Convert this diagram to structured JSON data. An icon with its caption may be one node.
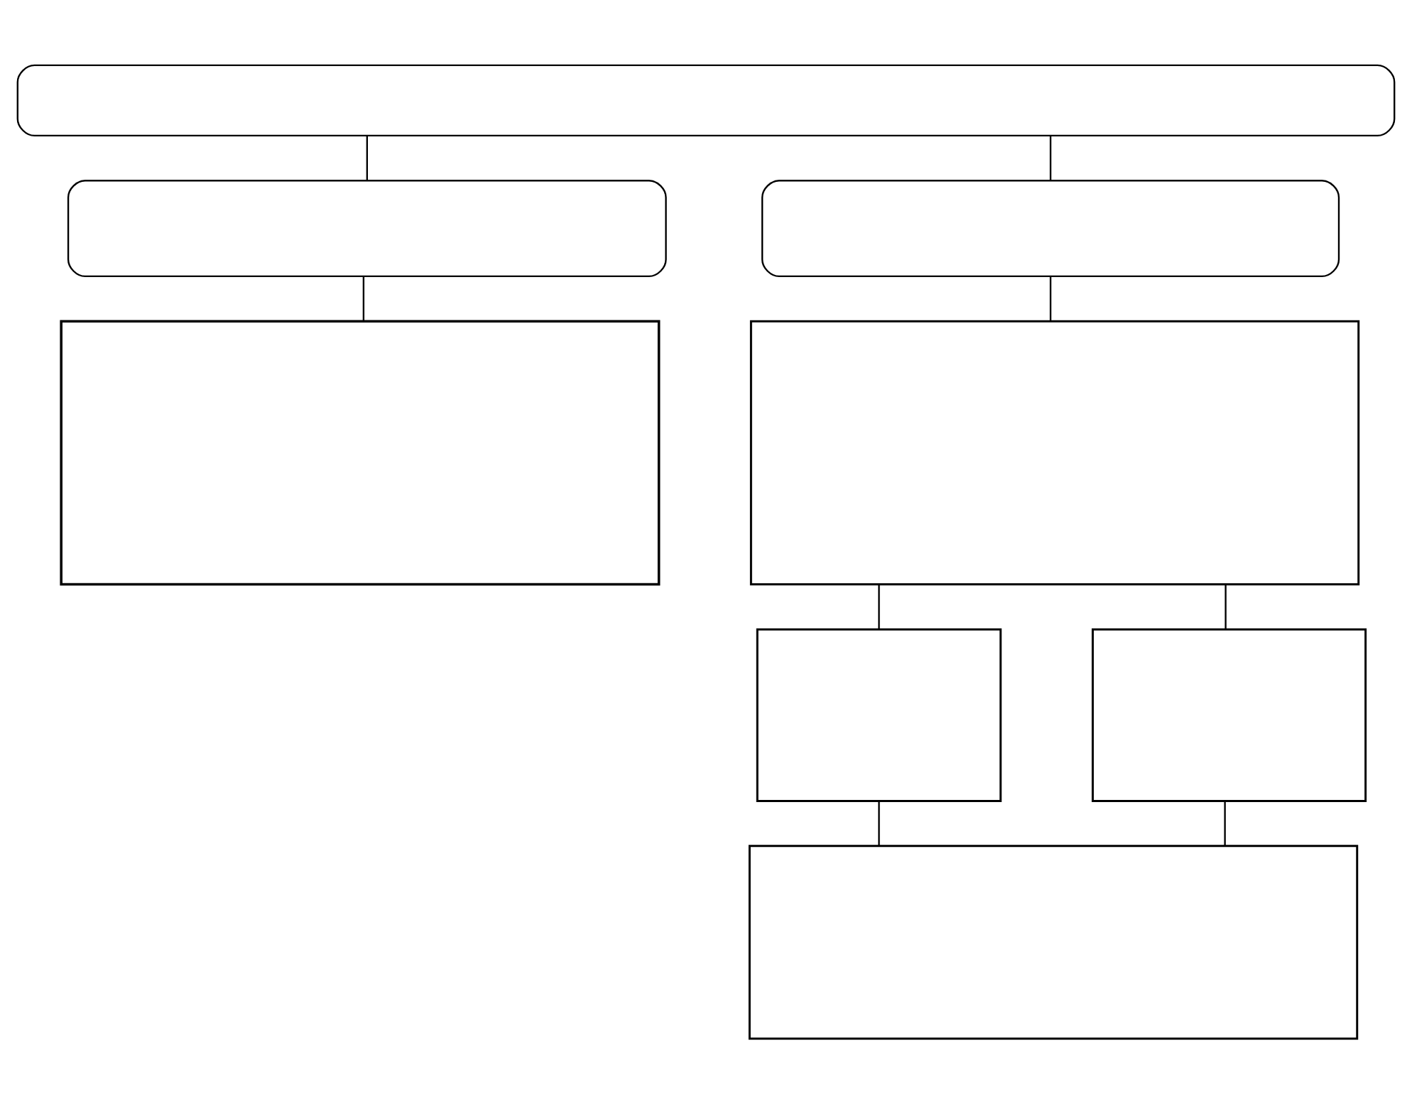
{
  "diagram": {
    "nodes": [
      {
        "text": [],
        "shape": "box"
      },
      {
        "text": [],
        "shape": "box"
      },
      {
        "text": [],
        "shape": "box"
      },
      {
        "text": [],
        "shape": "box"
      },
      {
        "text": [],
        "shape": "box"
      },
      {
        "text": [],
        "shape": "box"
      },
      {
        "text": [],
        "shape": "box"
      },
      {
        "text": [],
        "shape": "box"
      }
    ],
    "edges": [
      {
        "from": 0,
        "to": 1,
        "arrow": "none"
      },
      {
        "from": 0,
        "to": 2,
        "arrow": "none"
      },
      {
        "from": 1,
        "to": 3,
        "arrow": "none"
      },
      {
        "from": 2,
        "to": 4,
        "arrow": "none"
      },
      {
        "from": 4,
        "to": 5,
        "arrow": "none"
      },
      {
        "from": 4,
        "to": 6,
        "arrow": "none"
      },
      {
        "from": 5,
        "to": 7,
        "arrow": "none"
      },
      {
        "from": 6,
        "to": 7,
        "arrow": "none"
      }
    ]
  }
}
